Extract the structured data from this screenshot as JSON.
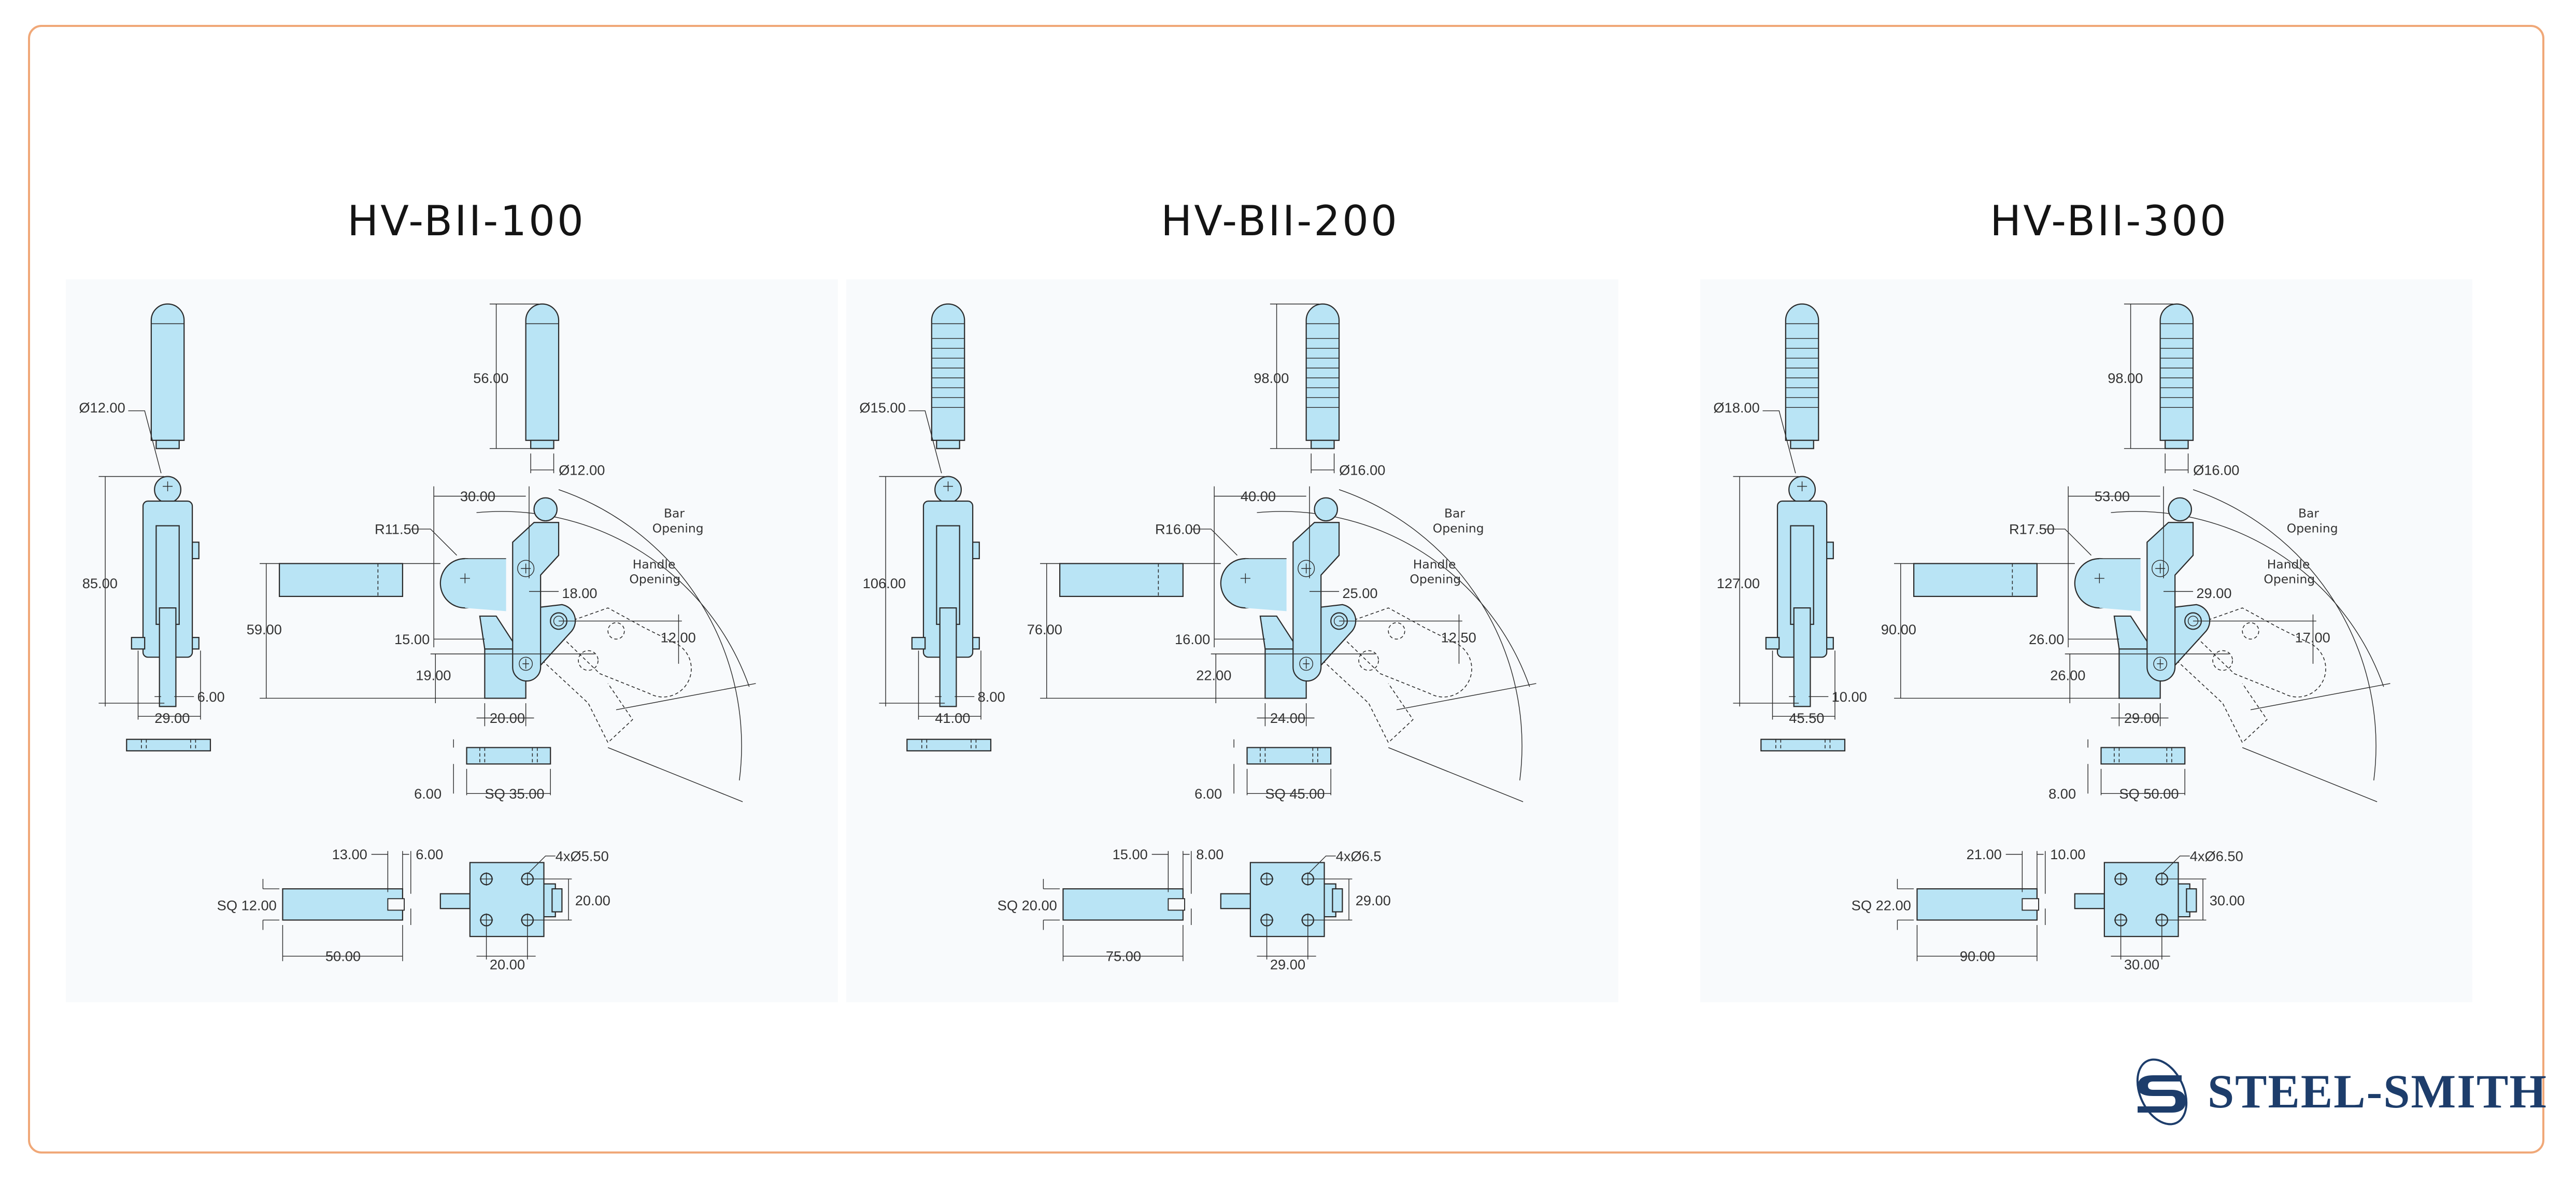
{
  "brand": {
    "name": "STEEL-SMITH",
    "color": "#1d3d6b"
  },
  "colors": {
    "part_fill": "#b9e4f5",
    "frame": "#f0a878"
  },
  "panels": [
    {
      "title": "HV-BII-100",
      "handle_style": "smooth",
      "bar_opening": [
        "Bar",
        "Opening"
      ],
      "handle_opening": [
        "Handle",
        "Opening"
      ],
      "dims": {
        "knob_dia": "Ø12.00",
        "height": "85.00",
        "stem_width": "6.00",
        "side_width": "29.00",
        "handle_length": "56.00",
        "handle_dia": "Ø12.00",
        "pivot_offset": "30.00",
        "radius": "R11.50",
        "arm_offset": "18.00",
        "lower_offset": "15.00",
        "bolt_offset": "12.00",
        "base_height": "19.00",
        "base_width": "20.00",
        "overall_height": "59.00",
        "plate_thickness": "6.00",
        "plate_size": "SQ 35.00",
        "bar_slot_depth": "13.00",
        "bar_slot_width": "6.00",
        "bar_size": "SQ 12.00",
        "bar_length": "50.00",
        "hole_spec": "4xØ5.50",
        "hole_spacing_v": "20.00",
        "hole_spacing_h": "20.00"
      }
    },
    {
      "title": "HV-BII-200",
      "handle_style": "ribbed",
      "bar_opening": [
        "Bar",
        "Opening"
      ],
      "handle_opening": [
        "Handle",
        "Opening"
      ],
      "dims": {
        "knob_dia": "Ø15.00",
        "height": "106.00",
        "stem_width": "8.00",
        "side_width": "41.00",
        "handle_length": "98.00",
        "handle_dia": "Ø16.00",
        "pivot_offset": "40.00",
        "radius": "R16.00",
        "arm_offset": "25.00",
        "lower_offset": "16.00",
        "bolt_offset": "12.50",
        "base_height": "22.00",
        "base_width": "24.00",
        "overall_height": "76.00",
        "plate_thickness": "6.00",
        "plate_size": "SQ 45.00",
        "bar_slot_depth": "15.00",
        "bar_slot_width": "8.00",
        "bar_size": "SQ 20.00",
        "bar_length": "75.00",
        "hole_spec": "4xØ6.5",
        "hole_spacing_v": "29.00",
        "hole_spacing_h": "29.00"
      }
    },
    {
      "title": "HV-BII-300",
      "handle_style": "ribbed",
      "bar_opening": [
        "Bar",
        "Opening"
      ],
      "handle_opening": [
        "Handle",
        "Opening"
      ],
      "dims": {
        "knob_dia": "Ø18.00",
        "height": "127.00",
        "stem_width": "10.00",
        "side_width": "45.50",
        "handle_length": "98.00",
        "handle_dia": "Ø16.00",
        "pivot_offset": "53.00",
        "radius": "R17.50",
        "arm_offset": "29.00",
        "lower_offset": "26.00",
        "bolt_offset": "17.00",
        "base_height": "26.00",
        "base_width": "29.00",
        "overall_height": "90.00",
        "plate_thickness": "8.00",
        "plate_size": "SQ 50.00",
        "bar_slot_depth": "21.00",
        "bar_slot_width": "10.00",
        "bar_size": "SQ 22.00",
        "bar_length": "90.00",
        "hole_spec": "4xØ6.50",
        "hole_spacing_v": "30.00",
        "hole_spacing_h": "30.00"
      }
    }
  ]
}
